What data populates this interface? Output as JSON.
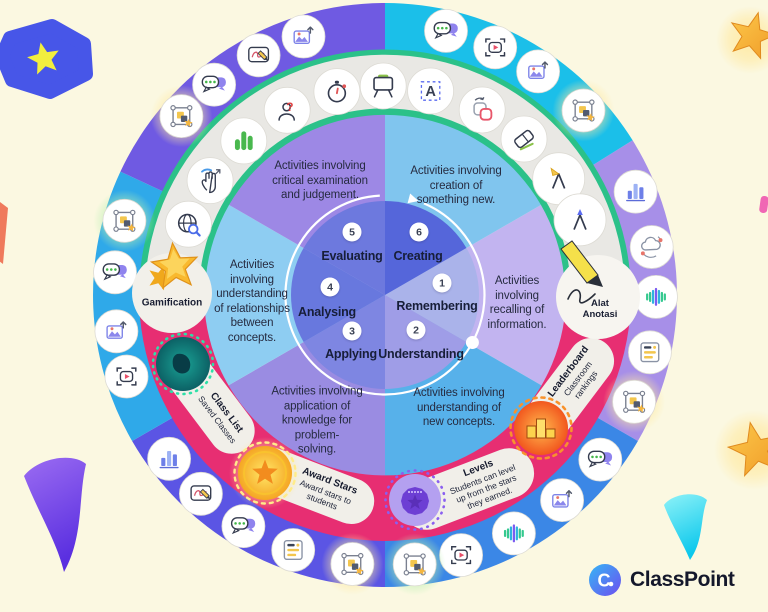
{
  "background_color": "#fbf8e1",
  "brand": {
    "logo_text": "ClassPoint",
    "logo_letter": "C"
  },
  "wheel": {
    "levels": [
      {
        "number": "1",
        "label": "Remembering",
        "description": "Activities\ninvolving\nrecalling of\ninformation."
      },
      {
        "number": "2",
        "label": "Understanding",
        "description": "Activities involving\nunderstanding of\nnew concepts."
      },
      {
        "number": "3",
        "label": "Applying",
        "description": "Activities involving\napplication of\nknowledge for\nproblem-\nsolving."
      },
      {
        "number": "4",
        "label": "Analysing",
        "description": "Activities\ninvolving\nunderstanding\nof relationships\nbetween\nconcepts."
      },
      {
        "number": "5",
        "label": "Evaluating",
        "description": "Activities involving\ncritical examination\nand judgement."
      },
      {
        "number": "6",
        "label": "Creating",
        "description": "Activities involving\ncreation of\nsomething new."
      }
    ],
    "features": [
      {
        "id": "gamification",
        "title": "Gamification",
        "subtitle": ""
      },
      {
        "id": "annotation",
        "title": "Alat\nAnotasi",
        "subtitle": ""
      },
      {
        "id": "leaderboard",
        "title": "Leaderboard",
        "subtitle": "Classroom\nrankings"
      },
      {
        "id": "levels",
        "title": "Levels",
        "subtitle": "Students can level\nup from the stars\nthey earned."
      },
      {
        "id": "award_stars",
        "title": "Award Stars",
        "subtitle": "Award stars to\nstudents"
      },
      {
        "id": "class_list",
        "title": "Class List",
        "subtitle": "Saved Classes"
      }
    ],
    "inner_ring_icons": [
      "web-search-icon",
      "drag-hand-icon",
      "poll-chart-icon",
      "name-picker-icon",
      "timer-icon",
      "whiteboard-icon",
      "text-box-icon",
      "shapes-icon",
      "eraser-icon",
      "highlighter-icon",
      "marker-pen-icon"
    ],
    "outer_ring_icons": [
      {
        "icon": "speech-bubbles-icon",
        "glow": null
      },
      {
        "icon": "magic-frame-icon",
        "glow": "green"
      },
      {
        "icon": "magic-frame-icon",
        "glow": "yellow"
      },
      {
        "icon": "speech-bubbles-icon",
        "glow": null
      },
      {
        "icon": "sketch-icon",
        "glow": null
      },
      {
        "icon": "image-upload-icon",
        "glow": null
      },
      {
        "icon": "speech-bubbles-icon",
        "glow": null
      },
      {
        "icon": "video-camera-icon",
        "glow": null
      },
      {
        "icon": "image-upload-icon",
        "glow": null
      },
      {
        "icon": "magic-frame-icon",
        "glow": "yellow"
      },
      {
        "icon": "bar-chart-icon",
        "glow": null
      },
      {
        "icon": "word-cloud-icon",
        "glow": null
      },
      {
        "icon": "audio-wave-icon",
        "glow": null
      },
      {
        "icon": "list-summary-icon",
        "glow": null
      },
      {
        "icon": "magic-frame-icon",
        "glow": "yellow"
      },
      {
        "icon": "speech-bubbles-icon",
        "glow": null
      },
      {
        "icon": "image-upload-icon",
        "glow": null
      },
      {
        "icon": "audio-wave-icon",
        "glow": null
      },
      {
        "icon": "video-camera-icon",
        "glow": null
      },
      {
        "icon": "magic-frame-icon",
        "glow": "green"
      },
      {
        "icon": "magic-frame-icon",
        "glow": "yellow"
      },
      {
        "icon": "list-summary-icon",
        "glow": null
      },
      {
        "icon": "speech-bubbles-icon",
        "glow": null
      },
      {
        "icon": "sketch-icon",
        "glow": null
      },
      {
        "icon": "bar-chart-icon",
        "glow": null
      },
      {
        "icon": "video-camera-icon",
        "glow": null
      },
      {
        "icon": "image-upload-icon",
        "glow": null
      }
    ],
    "colors": {
      "outer_segments": [
        "#a78fe8",
        "#3b87e6",
        "#5b55e4",
        "#2fa9e9",
        "#6f5ae2",
        "#1bbfe9"
      ],
      "pie_slices": [
        "#aab3ea",
        "#9f9de7",
        "#7e86e2",
        "#6878de",
        "#6d79de",
        "#5566da"
      ],
      "desc_sectors": [
        "#c2b4f0",
        "#57b1ea",
        "#9a8ce2",
        "#8ecdf2",
        "#9d88e5",
        "#80c5ee"
      ],
      "green_ring": "#2bc189",
      "gray_ring": "#e9e8e4",
      "pink_ring": "#e72e72",
      "accent_gold": "#f9b92e",
      "accent_teal": "#12897f",
      "accent_orange": "#f2641e",
      "accent_purple_badge": "#6d3fd4"
    }
  }
}
